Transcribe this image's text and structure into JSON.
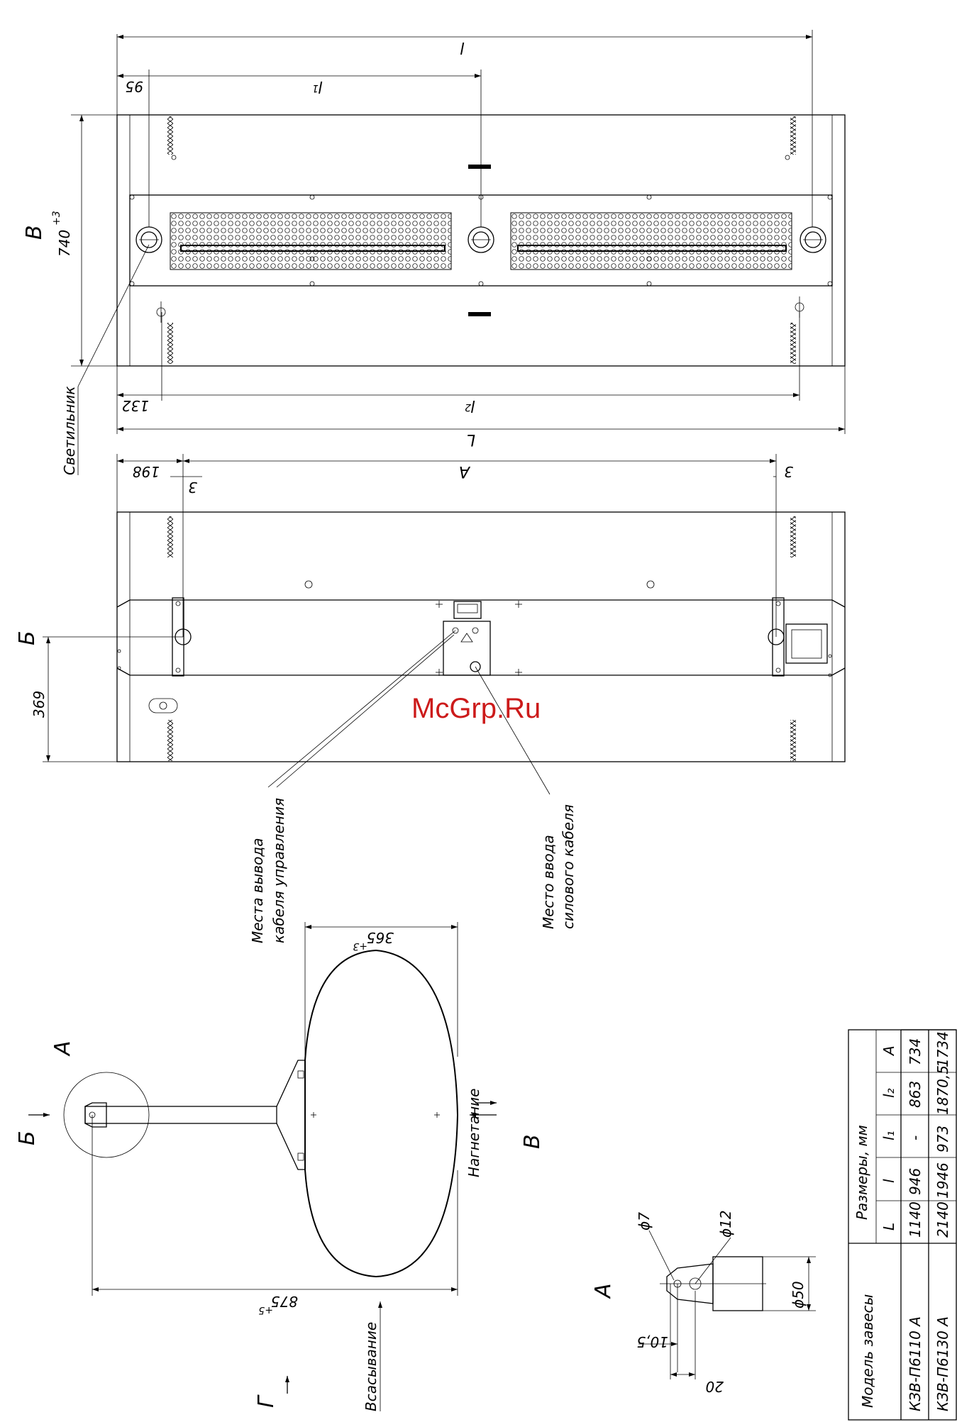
{
  "watermark": "McGrp.Ru",
  "views": {
    "view_v": "В",
    "view_b": "Б",
    "view_g": "Г",
    "view_a": "А",
    "detail_a": "А",
    "detail_a_label": "А",
    "arrow_b": "Б",
    "arrow_v": "В"
  },
  "dims": {
    "l": "l",
    "l1": "l",
    "l1_sub": "1",
    "l2": "l",
    "l2_sub": "2",
    "L": "L",
    "A": "A",
    "d95": "95",
    "d740": "740",
    "d740_tol": "+3",
    "d132": "132",
    "d198": "198",
    "d3a": "3",
    "d3b": "3",
    "d369": "369",
    "d365": "365",
    "d365_tol": "+3",
    "d875": "875",
    "d875_tol": "+5",
    "d10_5": "10,5",
    "d20": "20",
    "phi7": "ϕ7",
    "phi12": "ϕ12",
    "phi50": "ϕ50"
  },
  "labels": {
    "lamp": "Светильник",
    "control_exit_1": "Места вывода",
    "control_exit_2": "кабеля управления",
    "power_entry_1": "Место ввода",
    "power_entry_2": "силового кабеля",
    "discharge": "Нагнетание",
    "suction": "Всасывание"
  },
  "table": {
    "caption": "Размеры, мм",
    "headers": [
      "Модель завесы",
      "L",
      "l",
      "l₁",
      "l₂",
      "A"
    ],
    "rows": [
      [
        "КЗВ-П6110 А",
        "1140",
        "946",
        "-",
        "863",
        "734"
      ],
      [
        "КЗВ-П6130 А",
        "2140",
        "1946",
        "973",
        "1870,5",
        "1734"
      ]
    ]
  }
}
